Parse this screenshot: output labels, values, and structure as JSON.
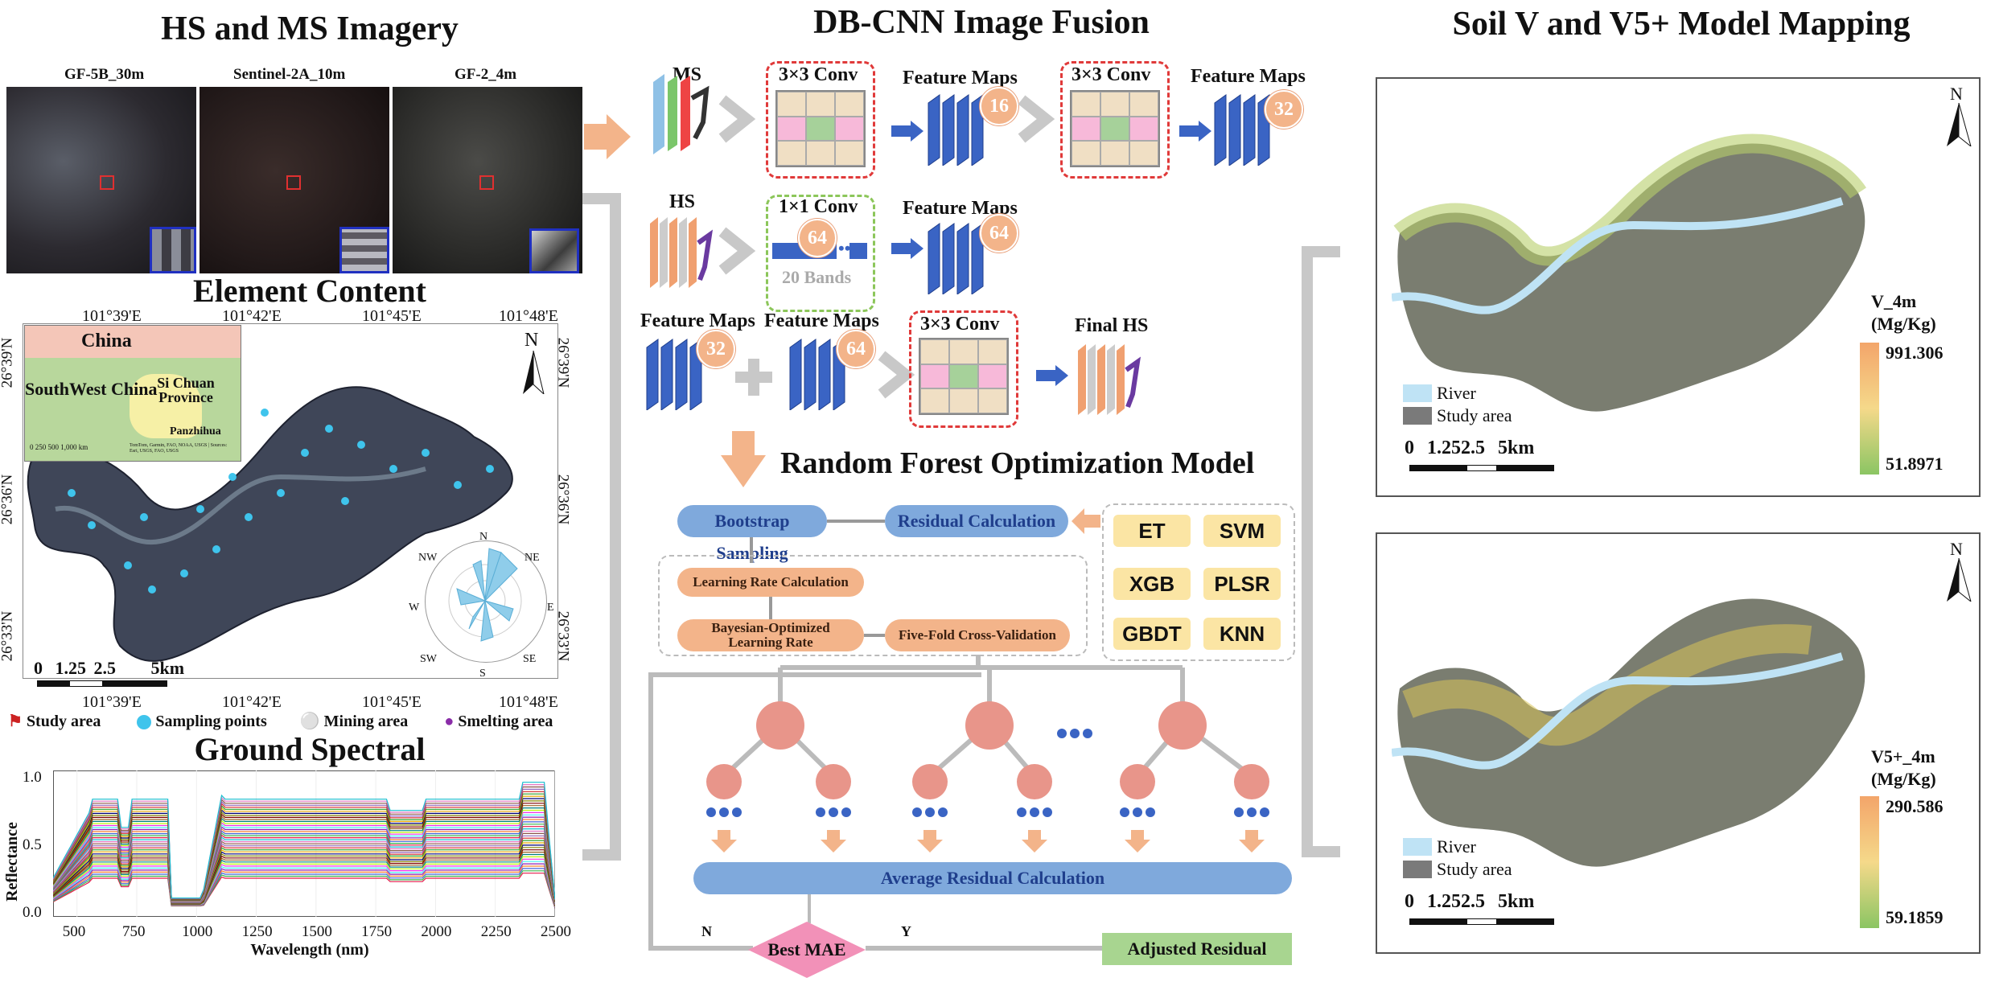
{
  "left": {
    "title": "HS and MS Imagery",
    "images": [
      "GF-5B_30m",
      "Sentinel-2A_10m",
      "GF-2_4m"
    ],
    "element_title": "Element Content",
    "lon_ticks": [
      "101°39'E",
      "101°42'E",
      "101°45'E",
      "101°48'E"
    ],
    "lat_ticks": [
      "26°39'N",
      "26°36'N",
      "26°33'N"
    ],
    "inset": {
      "country": "China",
      "region": "SouthWest China",
      "province": "Si Chuan Province",
      "city": "Panzhihua",
      "scale": "0 250 500 1,000 km",
      "credit": "TomTom, Garmin, FAO, NOAA, USGS | Sources: Esri, USGS, FAO, USGS"
    },
    "north": "N",
    "rose": {
      "N": "N",
      "NE": "NE",
      "E": "E",
      "SE": "SE",
      "S": "S",
      "SW": "SW",
      "W": "W",
      "NW": "NW"
    },
    "map_scale": {
      "zero": "0",
      "a": "1.25",
      "b": "2.5",
      "c": "5",
      "unit": "km"
    },
    "legend": [
      "Study area",
      "Sampling points",
      "Mining area",
      "Smelting area"
    ],
    "spectral_title": "Ground Spectral",
    "ylabel": "Reflectance",
    "xlabel": "Wavelength (nm)",
    "yticks": [
      "0.0",
      "0.5",
      "1.0"
    ],
    "xticks": [
      "500",
      "750",
      "1000",
      "1250",
      "1500",
      "1750",
      "2000",
      "2250",
      "2500"
    ]
  },
  "middle": {
    "title": "DB-CNN Image Fusion",
    "ms": "MS",
    "hs": "HS",
    "conv3": "3×3 Conv",
    "conv1": "1×1 Conv",
    "feature_maps": "Feature Maps",
    "bands": "20 Bands",
    "final_hs": "Final HS",
    "n16": "16",
    "n32": "32",
    "n64": "64",
    "rf_title": "Random Forest Optimization Model",
    "bootstrap": "Bootstrap Sampling",
    "residual": "Residual Calculation",
    "lr_calc": "Learning Rate Calculation",
    "bayes": "Bayesian-Optimized Learning Rate",
    "fivefold": "Five-Fold Cross-Validation",
    "models": [
      "ET",
      "SVM",
      "XGB",
      "PLSR",
      "GBDT",
      "KNN"
    ],
    "avg": "Average Residual Calculation",
    "best": "Best MAE",
    "n": "N",
    "y": "Y",
    "adjusted": "Adjusted Residual"
  },
  "right": {
    "title": "Soil V and V5+ Model Mapping",
    "map1": {
      "var": "V_4m",
      "unit": "(Mg/Kg)",
      "max": "991.306",
      "min": "51.8971"
    },
    "map2": {
      "var": "V5+_4m",
      "unit": "(Mg/Kg)",
      "max": "290.586",
      "min": "59.1859"
    },
    "river": "River",
    "study": "Study area",
    "scale": {
      "zero": "0",
      "a": "1.252.5",
      "c": "5",
      "unit": "km"
    },
    "north": "N"
  },
  "chart_data": {
    "type": "line",
    "title": "Ground Spectral",
    "xlabel": "Wavelength (nm)",
    "ylabel": "Reflectance",
    "xlim": [
      400,
      2500
    ],
    "ylim": [
      0,
      1.0
    ]
  },
  "colors": {
    "orange": "#f3b48a",
    "blue": "#3a64c4",
    "red": "#e03a3a",
    "green": "#8cc65a",
    "river": "#bfe3f5"
  }
}
